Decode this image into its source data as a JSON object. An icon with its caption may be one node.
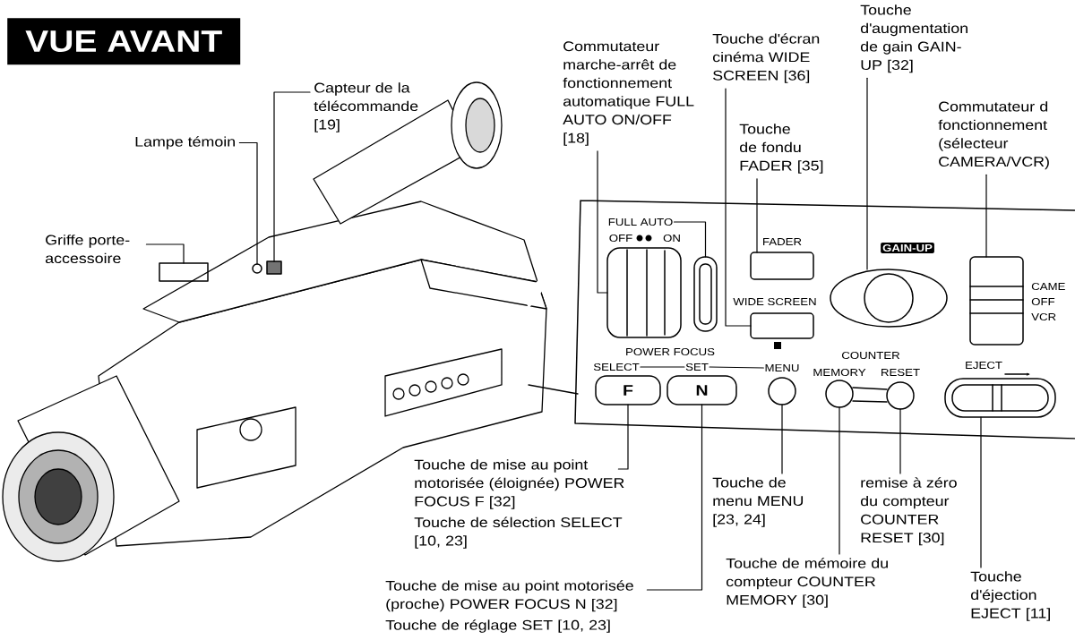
{
  "diagram": {
    "title": "VUE AVANT",
    "nodes": [
      {
        "text": [
          "Lampe témoin"
        ]
      },
      {
        "text": [
          "Capteur de la télécommande [19]"
        ]
      },
      {
        "text": [
          "Griffe porte-accessoire"
        ]
      },
      {
        "text": [
          "Commutateur marche-arrêt de fonctionnement automatique FULL AUTO ON/OFF [18]"
        ]
      },
      {
        "text": [
          "Touche d'écran cinéma WIDE SCREEN [36]"
        ]
      },
      {
        "text": [
          "Touche de fondu FADER [35]"
        ]
      },
      {
        "text": [
          "Touche d'augmentation de gain GAIN-UP [32]"
        ]
      },
      {
        "text": [
          "Commutateur d fonctionnement (sélecteur CAMERA/VCR)"
        ]
      },
      {
        "text": [
          "Touche de mise au point motorisée (éloignée) POWER FOCUS F [32]",
          "Touche de sélection SELECT [10, 23]"
        ]
      },
      {
        "text": [
          "Touche de mise au point motorisée (proche) POWER FOCUS N [32]",
          "Touche de réglage SET [10, 23]"
        ]
      },
      {
        "text": [
          "Touche de menu MENU [23, 24]"
        ]
      },
      {
        "text": [
          "remise à zéro du compteur COUNTER RESET [30]"
        ]
      },
      {
        "text": [
          "Touche de mémoire du compteur COUNTER MEMORY [30]"
        ]
      },
      {
        "text": [
          "Touche d'éjection EJECT [11]"
        ]
      },
      {
        "text": [],
        "shape": "circle"
      },
      {
        "text": [],
        "shape": "box"
      },
      {
        "text": [],
        "shape": "box"
      },
      {
        "text": [
          "FULL AUTO"
        ]
      },
      {
        "text": [],
        "shape": "box"
      },
      {
        "text": [],
        "shape": "box"
      },
      {
        "text": [],
        "shape": "box"
      },
      {
        "text": [],
        "shape": "box"
      },
      {
        "text": [],
        "shape": "ellipse"
      },
      {
        "text": [],
        "shape": "box"
      },
      {
        "text": [
          "SELECT"
        ]
      },
      {
        "text": [
          "SET"
        ]
      },
      {
        "text": [
          "MENU"
        ]
      },
      {
        "text": [
          "F"
        ]
      },
      {
        "text": [
          "N"
        ]
      },
      {
        "text": [],
        "shape": "circle"
      },
      {
        "text": [],
        "shape": "circle"
      },
      {
        "text": [],
        "shape": "circle"
      },
      {
        "text": [],
        "shape": "box"
      }
    ],
    "edges": [
      {
        "from": 0,
        "to": 14,
        "arrow": "none"
      },
      {
        "from": 1,
        "to": 15,
        "arrow": "none"
      },
      {
        "from": 2,
        "to": 16,
        "arrow": "none"
      },
      {
        "from": 3,
        "to": 19,
        "arrow": "none"
      },
      {
        "from": 4,
        "to": 21,
        "arrow": "none"
      },
      {
        "from": 5,
        "to": 20,
        "arrow": "none"
      },
      {
        "from": 6,
        "to": 22,
        "arrow": "none"
      },
      {
        "from": 7,
        "to": 23,
        "arrow": "none"
      },
      {
        "from": 8,
        "to": 27,
        "arrow": "none"
      },
      {
        "from": 9,
        "to": 28,
        "arrow": "none"
      },
      {
        "from": 10,
        "to": 29,
        "arrow": "none"
      },
      {
        "from": 11,
        "to": 31,
        "arrow": "none"
      },
      {
        "from": 12,
        "to": 30,
        "arrow": "none"
      },
      {
        "from": 13,
        "to": 32,
        "arrow": "none"
      },
      {
        "from": 17,
        "to": 18,
        "arrow": "none"
      },
      {
        "from": 24,
        "to": 25,
        "arrow": "none"
      },
      {
        "from": 25,
        "to": 26,
        "arrow": "none"
      }
    ],
    "labels": [
      "OFF",
      "ON",
      "FADER",
      "GAIN-UP",
      "WIDE SCREEN",
      "CAME",
      "OFF",
      "VCR",
      "POWER FOCUS",
      "COUNTER",
      "MEMORY",
      "RESET",
      "EJECT"
    ]
  }
}
